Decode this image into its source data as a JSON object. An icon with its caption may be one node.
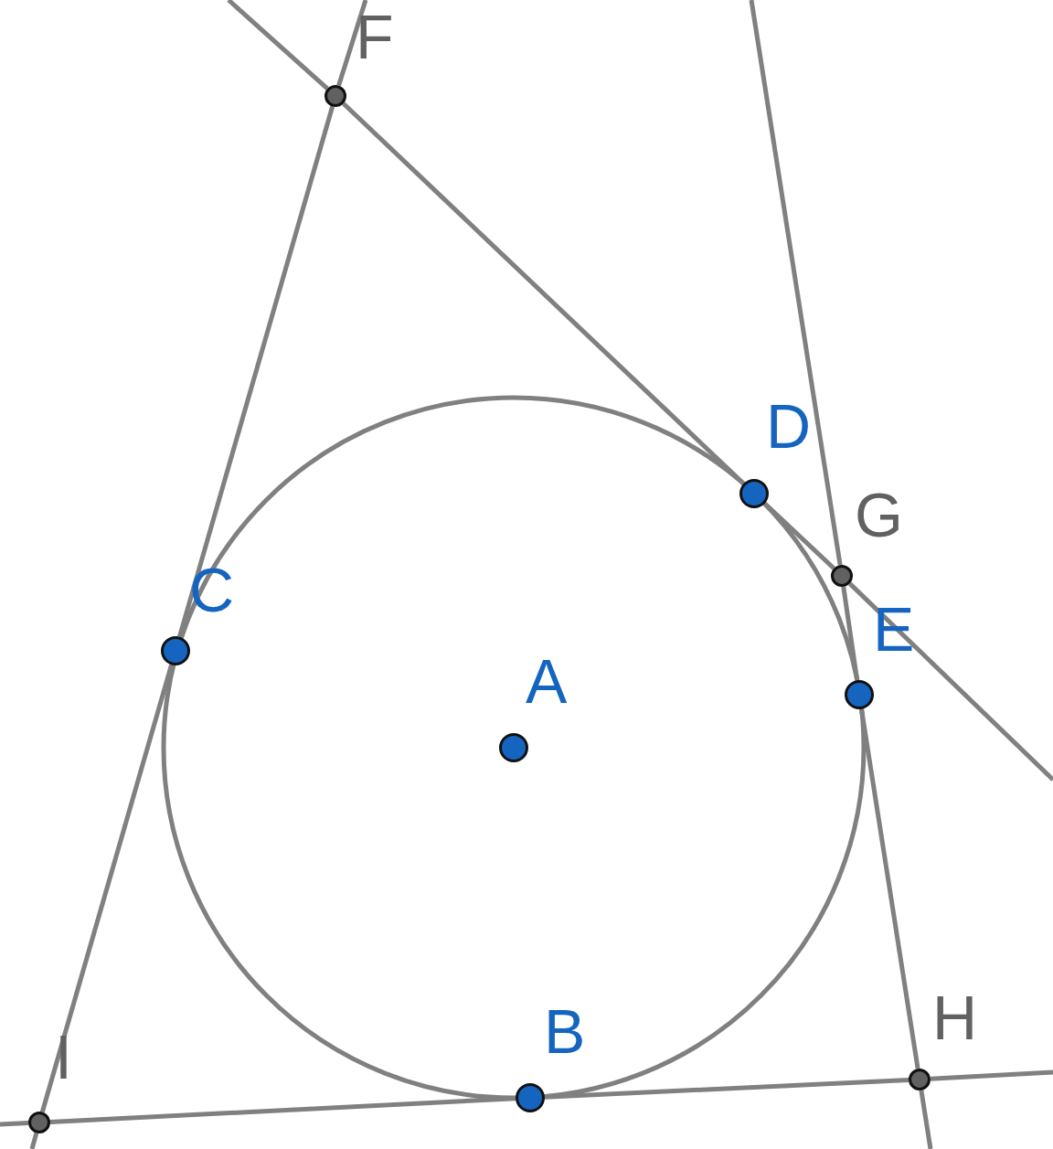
{
  "diagram": {
    "nodes": [
      {
        "text": [
          "F"
        ]
      },
      {
        "text": [
          "D"
        ]
      },
      {
        "text": [
          "G"
        ]
      },
      {
        "text": [
          "C"
        ]
      },
      {
        "text": [
          "E"
        ]
      },
      {
        "text": [
          "A"
        ]
      },
      {
        "text": [
          "H"
        ]
      },
      {
        "text": [
          "B"
        ]
      },
      {
        "text": [
          "I"
        ]
      }
    ],
    "edges": [
      {
        "from": null,
        "to": 0,
        "arrow": "none"
      },
      {
        "from": 0,
        "to": 3,
        "arrow": "none"
      },
      {
        "from": 3,
        "to": 8,
        "arrow": "none"
      },
      {
        "from": 8,
        "to": null,
        "arrow": "none"
      },
      {
        "from": null,
        "to": 0,
        "arrow": "none"
      },
      {
        "from": 0,
        "to": 1,
        "arrow": "none"
      },
      {
        "from": 1,
        "to": 2,
        "arrow": "none"
      },
      {
        "from": 2,
        "to": null,
        "arrow": "none"
      },
      {
        "from": null,
        "to": 2,
        "arrow": "none"
      },
      {
        "from": 2,
        "to": 4,
        "arrow": "none"
      },
      {
        "from": 4,
        "to": 6,
        "arrow": "none"
      },
      {
        "from": 6,
        "to": null,
        "arrow": "none"
      },
      {
        "from": null,
        "to": 8,
        "arrow": "none"
      },
      {
        "from": 8,
        "to": 7,
        "arrow": "none"
      },
      {
        "from": 7,
        "to": 6,
        "arrow": "none"
      },
      {
        "from": 6,
        "to": null,
        "arrow": "none"
      }
    ]
  }
}
